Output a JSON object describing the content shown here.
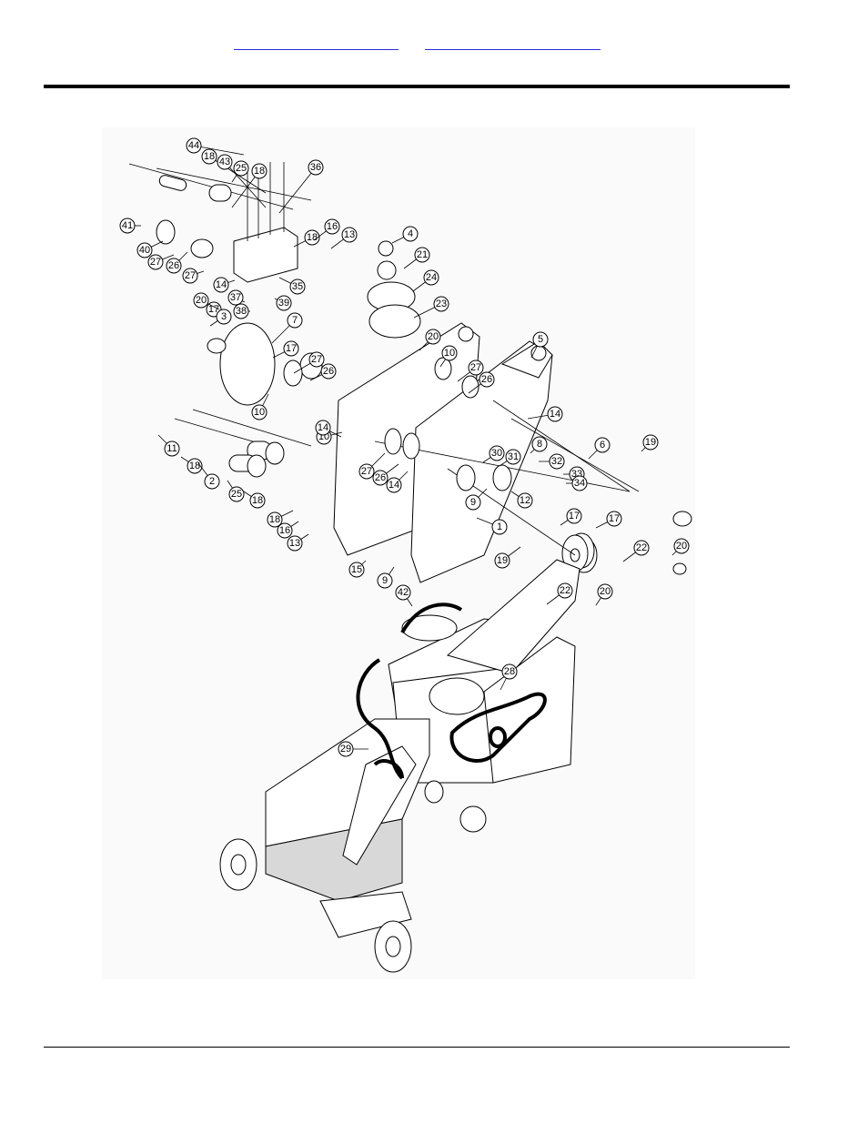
{
  "header": {
    "links": [
      "",
      ""
    ]
  },
  "callouts": [
    {
      "label": "44"
    },
    {
      "label": "18"
    },
    {
      "label": "43"
    },
    {
      "label": "25"
    },
    {
      "label": "18"
    },
    {
      "label": "36"
    },
    {
      "label": "41"
    },
    {
      "label": "40"
    },
    {
      "label": "27"
    },
    {
      "label": "26"
    },
    {
      "label": "27"
    },
    {
      "label": "18"
    },
    {
      "label": "16"
    },
    {
      "label": "13"
    },
    {
      "label": "14"
    },
    {
      "label": "35"
    },
    {
      "label": "37"
    },
    {
      "label": "38"
    },
    {
      "label": "39"
    },
    {
      "label": "4"
    },
    {
      "label": "21"
    },
    {
      "label": "24"
    },
    {
      "label": "23"
    },
    {
      "label": "20"
    },
    {
      "label": "17"
    },
    {
      "label": "3"
    },
    {
      "label": "7"
    },
    {
      "label": "17"
    },
    {
      "label": "27"
    },
    {
      "label": "26"
    },
    {
      "label": "10"
    },
    {
      "label": "20"
    },
    {
      "label": "10"
    },
    {
      "label": "27"
    },
    {
      "label": "26"
    },
    {
      "label": "5"
    },
    {
      "label": "14"
    },
    {
      "label": "14"
    },
    {
      "label": "10"
    },
    {
      "label": "11"
    },
    {
      "label": "18"
    },
    {
      "label": "2"
    },
    {
      "label": "25"
    },
    {
      "label": "18"
    },
    {
      "label": "27"
    },
    {
      "label": "26"
    },
    {
      "label": "14"
    },
    {
      "label": "30"
    },
    {
      "label": "31"
    },
    {
      "label": "8"
    },
    {
      "label": "6"
    },
    {
      "label": "19"
    },
    {
      "label": "32"
    },
    {
      "label": "33"
    },
    {
      "label": "34"
    },
    {
      "label": "9"
    },
    {
      "label": "12"
    },
    {
      "label": "17"
    },
    {
      "label": "22"
    },
    {
      "label": "20"
    },
    {
      "label": "18"
    },
    {
      "label": "16"
    },
    {
      "label": "13"
    },
    {
      "label": "1"
    },
    {
      "label": "17"
    },
    {
      "label": "19"
    },
    {
      "label": "15"
    },
    {
      "label": "9"
    },
    {
      "label": "22"
    },
    {
      "label": "20"
    },
    {
      "label": "42"
    },
    {
      "label": "28"
    },
    {
      "label": "29"
    }
  ]
}
